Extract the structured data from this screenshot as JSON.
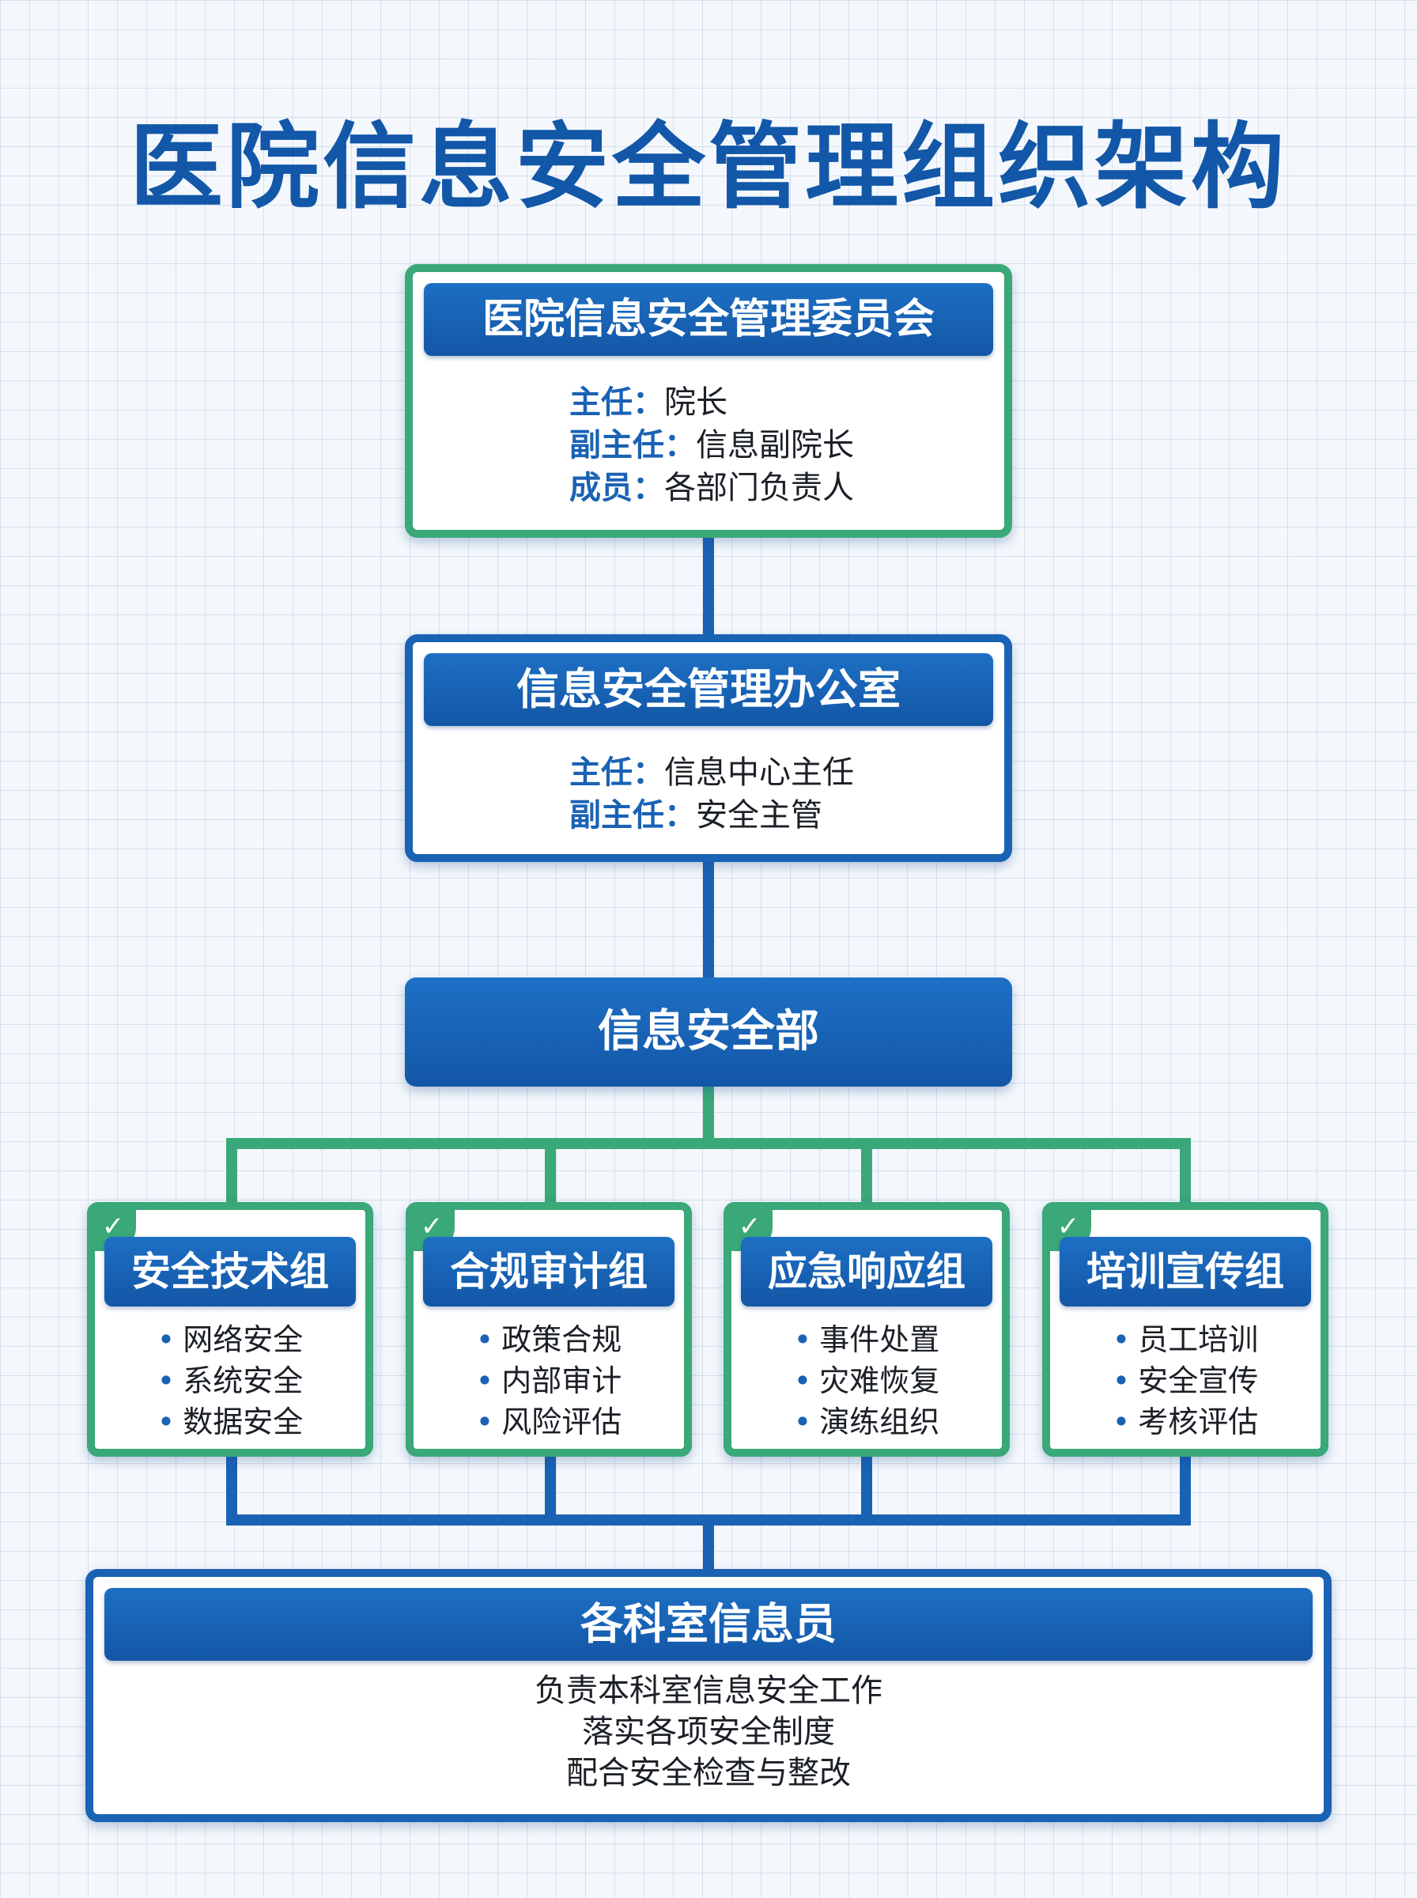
{
  "title": "医院信息安全管理组织架构",
  "committee": {
    "name": "医院信息安全管理委员会",
    "rows": [
      {
        "label": "主任：",
        "value": "院长"
      },
      {
        "label": "副主任：",
        "value": "信息副院长"
      },
      {
        "label": "成员：",
        "value": "各部门负责人"
      }
    ]
  },
  "office": {
    "name": "信息安全管理办公室",
    "rows": [
      {
        "label": "主任：",
        "value": "信息中心主任"
      },
      {
        "label": "副主任：",
        "value": "安全主管"
      }
    ]
  },
  "department": {
    "name": "信息安全部"
  },
  "groups": [
    {
      "name": "安全技术组",
      "items": [
        "网络安全",
        "系统安全",
        "数据安全"
      ]
    },
    {
      "name": "合规审计组",
      "items": [
        "政策合规",
        "内部审计",
        "风险评估"
      ]
    },
    {
      "name": "应急响应组",
      "items": [
        "事件处置",
        "灾难恢复",
        "演练组织"
      ]
    },
    {
      "name": "培训宣传组",
      "items": [
        "员工培训",
        "安全宣传",
        "考核评估"
      ]
    }
  ],
  "bullet": "•",
  "check_icon": "check-icon",
  "staff": {
    "name": "各科室信息员",
    "lines": [
      "负责本科室信息安全工作",
      "落实各项安全制度",
      "配合安全检查与整改"
    ]
  },
  "colors": {
    "primary": "#1a62b4",
    "accent_green": "#3aa878"
  }
}
